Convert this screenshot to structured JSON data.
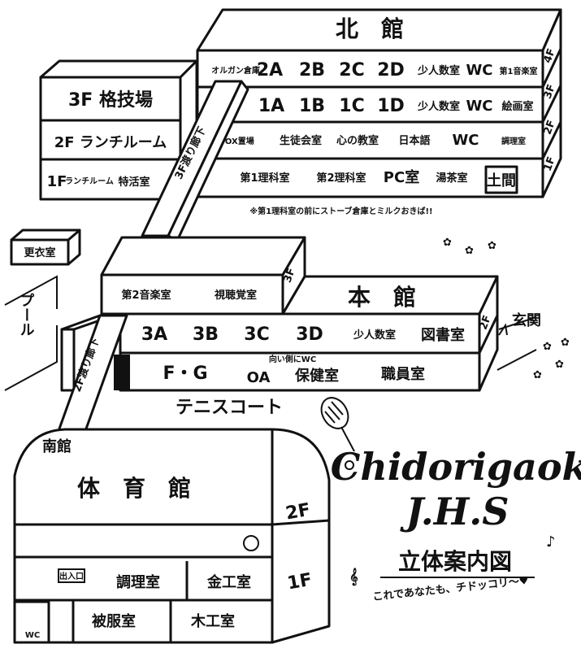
{
  "north_building": {
    "name": "北　館",
    "floors": {
      "f4": "4F",
      "f3": "3F",
      "f2": "2F",
      "f1": "1F"
    },
    "row3f": [
      "オルガン倉庫",
      "2A",
      "2B",
      "2C",
      "2D",
      "少人数室",
      "WC",
      "第1音楽室"
    ],
    "row2f": [
      "1A",
      "1B",
      "1C",
      "1D",
      "少人数室",
      "WC",
      "絵画室"
    ],
    "row1f_b": [
      "ランチBOX置場",
      "生徒会室",
      "心の教室",
      "日本語",
      "WC",
      "調理室"
    ],
    "row1f_a": [
      "第1理科室",
      "第2理科室",
      "PC室",
      "湯茶室",
      "土間"
    ],
    "note": "※第1理科室の前にストーブ倉庫とミルクおきば!!"
  },
  "budo_building": {
    "f3": "3F 格技場",
    "f2": "2F ランチルーム",
    "f1_a": "1F",
    "f1_b": "ランチルーム",
    "f1_c": "特活室"
  },
  "bridge_3f": "3F渡り廊下",
  "bridge_2f": "2F渡り廊下",
  "changing_room": "更衣室",
  "pool": "プール",
  "main_building": {
    "name": "本　館",
    "floor_3f": "3F",
    "floor_2f": "2F",
    "row3f": [
      "第2音楽室",
      "視聴覚室"
    ],
    "row2f": [
      "3A",
      "3B",
      "3C",
      "3D",
      "少人数室",
      "図書室"
    ],
    "row1f": [
      "F・G",
      "OA",
      "保健室",
      "職員室"
    ],
    "wc_note": "向い側にWC"
  },
  "entrance": "玄関",
  "tennis_court": "テニスコート",
  "south_building": {
    "name": "南館",
    "gym": "体　育　館",
    "floor_2f": "2F",
    "floor_1f": "1F",
    "rooms": [
      "出入口",
      "調理室",
      "金工室",
      "被服室",
      "木工室",
      "WC"
    ]
  },
  "school_name": "Chidorigaoka",
  "school_abbr": "J.H.S",
  "map_title": "立体案内図",
  "slogan": "これであなたも、チドッコリ〜♥"
}
